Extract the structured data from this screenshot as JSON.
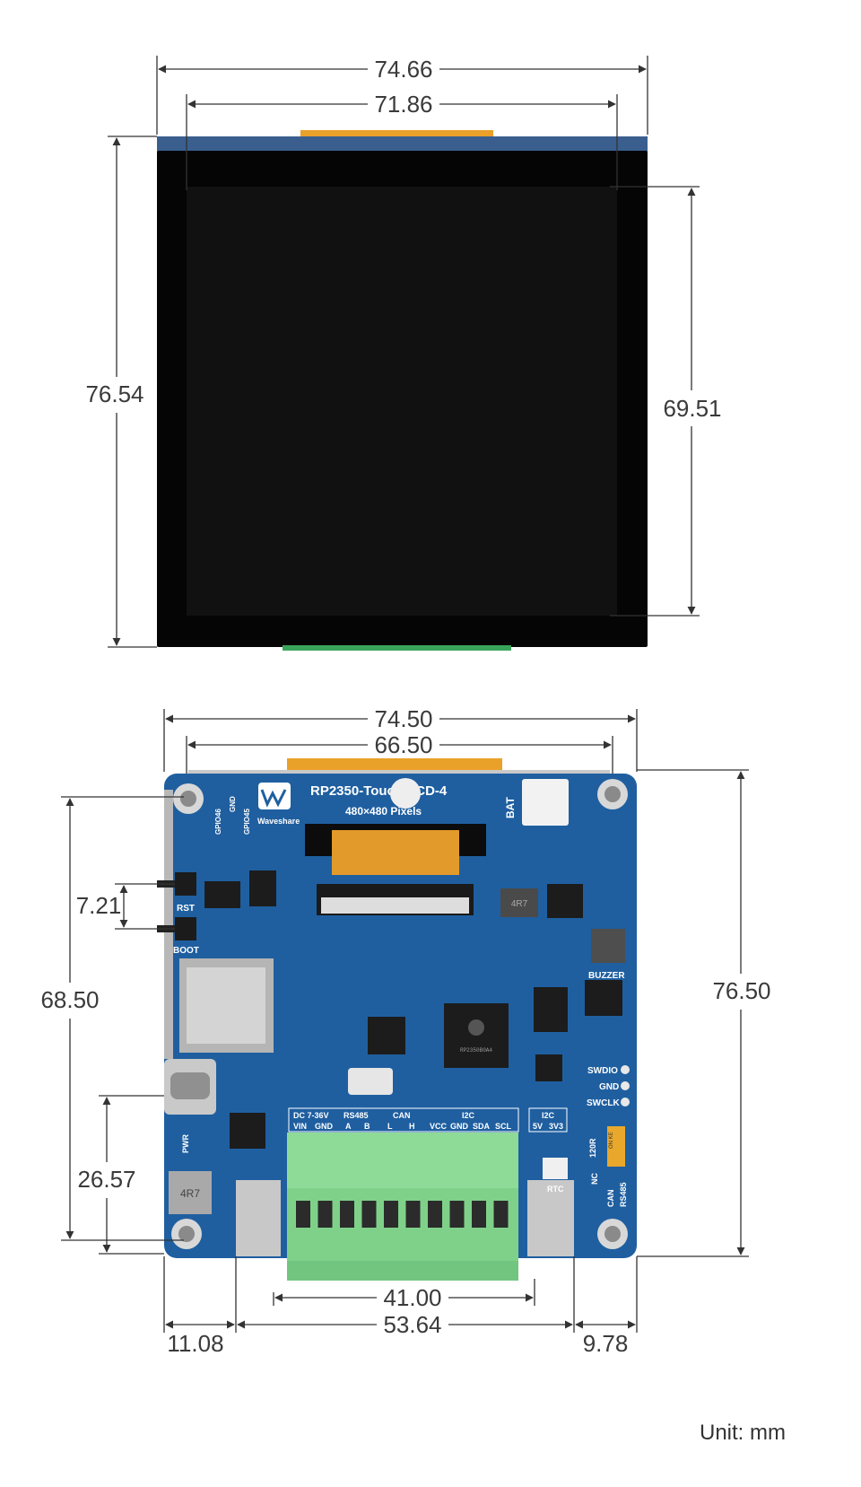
{
  "top_view": {
    "width_outer": "74.66",
    "width_active": "71.86",
    "height_outer": "76.54",
    "height_active": "69.51"
  },
  "bottom_view": {
    "width_outer": "74.50",
    "width_fpc": "66.50",
    "height_outer": "76.50",
    "hole_to_bottom": "68.50",
    "button_pitch": "7.21",
    "usb_to_bottom": "26.57",
    "terminal_width": "41.00",
    "left_margin": "11.08",
    "center_width": "53.64",
    "right_margin": "9.78"
  },
  "unit_label": "Unit: mm",
  "board": {
    "title": "RP2350-Touch-LCD-4",
    "subtitle": "480×480 Pixels",
    "brand": "Waveshare",
    "labels": {
      "gpio46": "GPIO46",
      "gnd": "GND",
      "gpio45": "GPIO45",
      "bat": "BAT",
      "rst": "RST",
      "boot": "BOOT",
      "buzzer": "BUZZER",
      "swdio": "SWDIO",
      "swd_gnd": "GND",
      "swclk": "SWCLK",
      "pwr": "PWR",
      "rtc": "RTC",
      "inductor": "4R7",
      "inductor2": "4R7",
      "chip": "RP2350B0A4",
      "dc": "DC 7-36V",
      "vin": "VIN",
      "gnd2": "GND",
      "rs485": "RS485",
      "a": "A",
      "b": "B",
      "can": "CAN",
      "l": "L",
      "h": "H",
      "i2c": "I2C",
      "vcc": "VCC",
      "gnd3": "GND",
      "sda": "SDA",
      "scl": "SCL",
      "i2c2": "I2C",
      "v5": "5V",
      "v33": "3V3",
      "r120": "120R",
      "nc": "NC",
      "can2": "CAN",
      "rs485_2": "RS485",
      "on": "ON KE"
    }
  },
  "colors": {
    "pcb": "#1f5fa0",
    "screen": "#000000",
    "terminal": "#7fd18a",
    "fpc": "#e9a12a"
  }
}
